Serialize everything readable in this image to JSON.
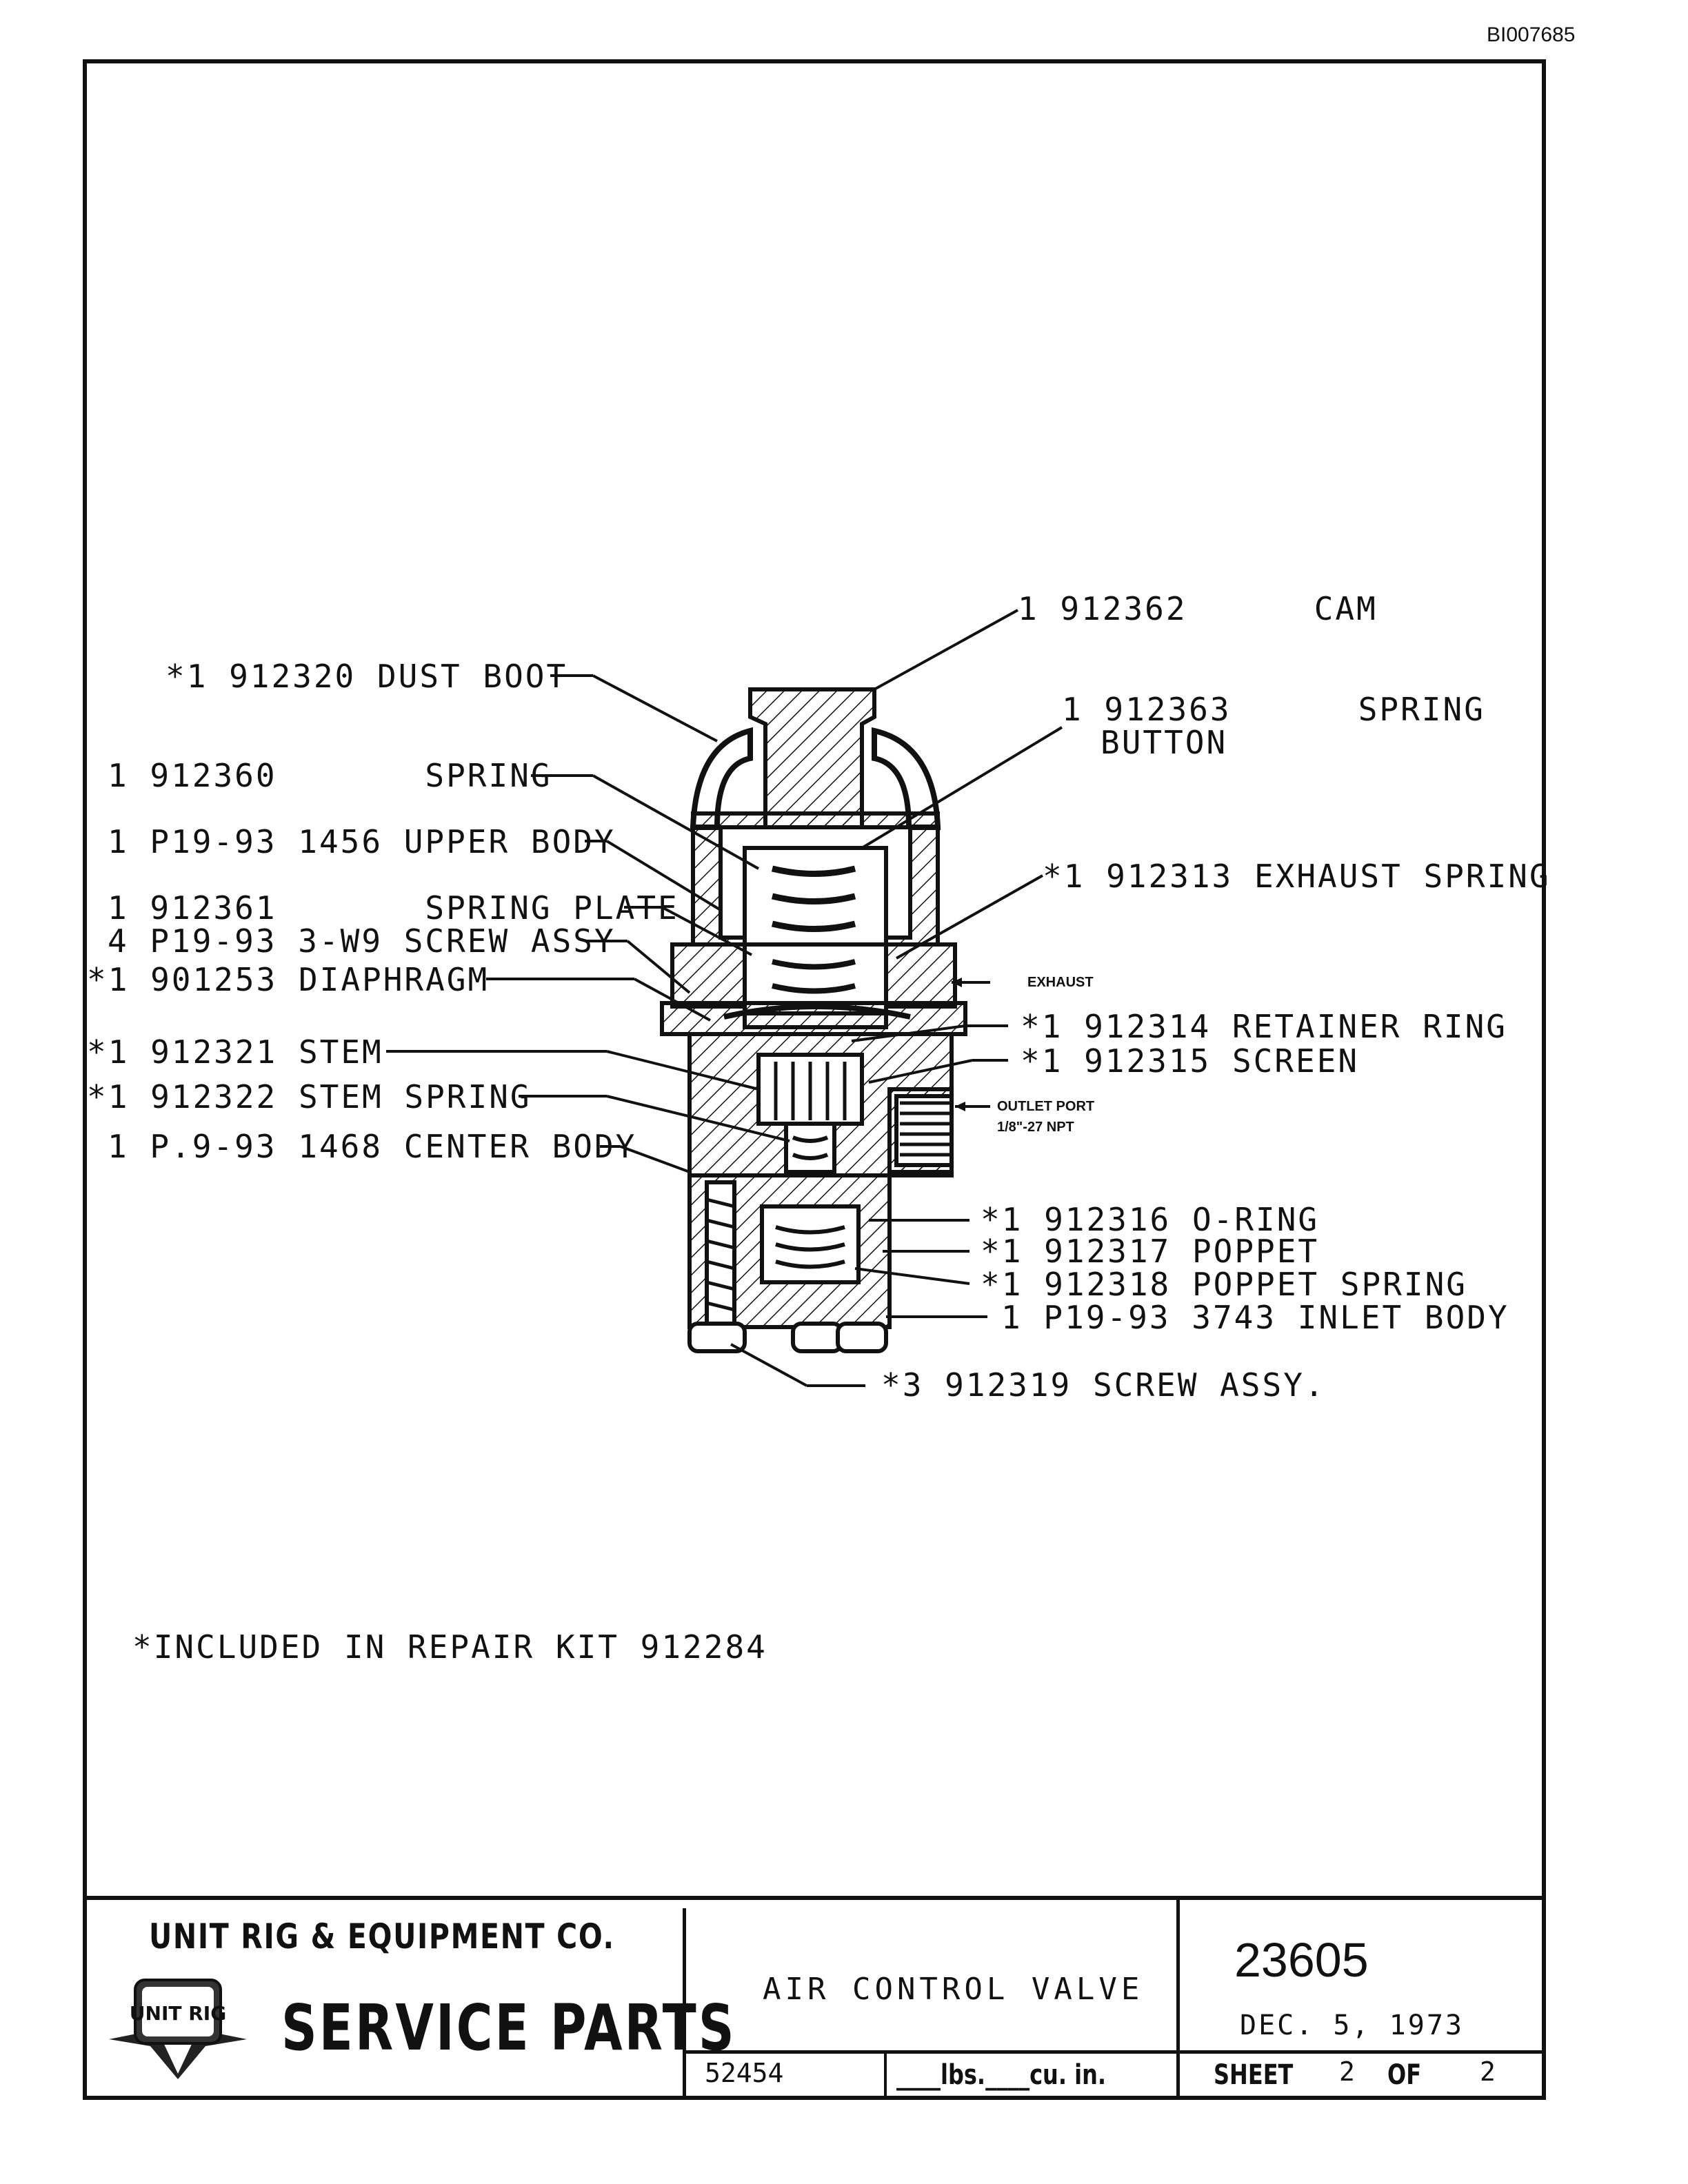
{
  "document_id": "BI007685",
  "parts": [
    {
      "label": "1 912362      CAM"
    },
    {
      "label": "*1 912320 DUST BOOT"
    },
    {
      "label": "1 912363      SPRING"
    },
    {
      "label": "BUTTON"
    },
    {
      "label": "1 912360       SPRING"
    },
    {
      "label": "1 P19-93 1456 UPPER BODY"
    },
    {
      "label": "*1 912313 EXHAUST SPRING"
    },
    {
      "label": "1 912361       SPRING PLATE"
    },
    {
      "label": "4 P19-93 3-W9 SCREW ASSY"
    },
    {
      "label": "*1 901253 DIAPHRAGM"
    },
    {
      "label": "*1 912314 RETAINER RING"
    },
    {
      "label": "*1 912321 STEM"
    },
    {
      "label": "*1 912315 SCREEN"
    },
    {
      "label": "*1 912322 STEM SPRING"
    },
    {
      "label": "1 P.9-93 1468 CENTER BODY"
    },
    {
      "label": "*1 912316 O-RING"
    },
    {
      "label": "*1 912317 POPPET"
    },
    {
      "label": "*1 912318 POPPET SPRING"
    },
    {
      "label": "1 P19-93 3743 INLET BODY"
    },
    {
      "label": "*3 912319 SCREW ASSY."
    }
  ],
  "ports": {
    "exhaust": "EXHAUST",
    "outlet_line1": "OUTLET PORT",
    "outlet_line2": "1/8\"-27 NPT"
  },
  "note": "*INCLUDED IN REPAIR KIT 912284",
  "title_block": {
    "company": "UNIT RIG & EQUIPMENT CO.",
    "logo_text": "UNIT RIG",
    "service": "SERVICE PARTS",
    "title": "AIR CONTROL VALVE",
    "part_number": "23605",
    "date": "DEC. 5, 1973",
    "drawing_no": "52454",
    "weight_text": "____lbs.____cu. in.",
    "sheet_label": "SHEET",
    "sheet_no": "2",
    "sheet_of": "OF",
    "sheet_total": "2"
  }
}
